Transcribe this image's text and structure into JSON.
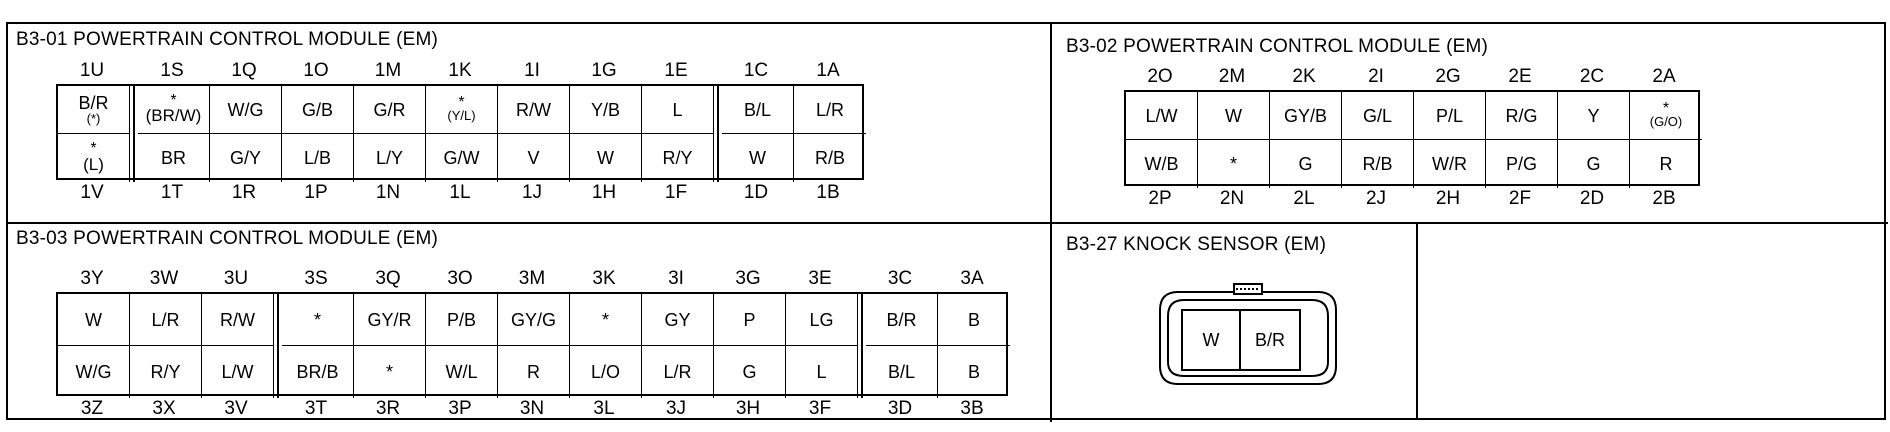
{
  "panels": {
    "b3_01": {
      "title": "B3-01  POWERTRAIN CONTROL MODULE (EM)",
      "top_labels": [
        "1U",
        "1S",
        "1Q",
        "1O",
        "1M",
        "1K",
        "1I",
        "1G",
        "1E",
        "1C",
        "1A"
      ],
      "bottom_labels": [
        "1V",
        "1T",
        "1R",
        "1P",
        "1N",
        "1L",
        "1J",
        "1H",
        "1F",
        "1D",
        "1B"
      ],
      "row1": [
        {
          "main": "B/R",
          "sub": "(*)"
        },
        {
          "star": "*",
          "main": "(BR/W)"
        },
        {
          "main": "W/G"
        },
        {
          "main": "G/B"
        },
        {
          "main": "G/R"
        },
        {
          "star": "*",
          "sub": "(Y/L)"
        },
        {
          "main": "R/W"
        },
        {
          "main": "Y/B"
        },
        {
          "main": "L"
        },
        {
          "main": "B/L"
        },
        {
          "main": "L/R"
        }
      ],
      "row2": [
        {
          "star": "*",
          "main": "(L)"
        },
        {
          "main": "BR"
        },
        {
          "main": "G/Y"
        },
        {
          "main": "L/B"
        },
        {
          "main": "L/Y"
        },
        {
          "main": "G/W"
        },
        {
          "main": "V"
        },
        {
          "main": "W"
        },
        {
          "main": "R/Y"
        },
        {
          "main": "W"
        },
        {
          "main": "R/B"
        }
      ]
    },
    "b3_02": {
      "title": "B3-02  POWERTRAIN CONTROL MODULE (EM)",
      "top_labels": [
        "2O",
        "2M",
        "2K",
        "2I",
        "2G",
        "2E",
        "2C",
        "2A"
      ],
      "bottom_labels": [
        "2P",
        "2N",
        "2L",
        "2J",
        "2H",
        "2F",
        "2D",
        "2B"
      ],
      "row1": [
        {
          "main": "L/W"
        },
        {
          "main": "W"
        },
        {
          "main": "GY/B"
        },
        {
          "main": "G/L"
        },
        {
          "main": "P/L"
        },
        {
          "main": "R/G"
        },
        {
          "main": "Y"
        },
        {
          "star": "*",
          "sub": "(G/O)"
        }
      ],
      "row2": [
        {
          "main": "W/B"
        },
        {
          "main": "*"
        },
        {
          "main": "G"
        },
        {
          "main": "R/B"
        },
        {
          "main": "W/R"
        },
        {
          "main": "P/G"
        },
        {
          "main": "G"
        },
        {
          "main": "R"
        }
      ]
    },
    "b3_03": {
      "title": "B3-03  POWERTRAIN CONTROL MODULE (EM)",
      "top_labels": [
        "3Y",
        "3W",
        "3U",
        "3S",
        "3Q",
        "3O",
        "3M",
        "3K",
        "3I",
        "3G",
        "3E",
        "3C",
        "3A"
      ],
      "bottom_labels": [
        "3Z",
        "3X",
        "3V",
        "3T",
        "3R",
        "3P",
        "3N",
        "3L",
        "3J",
        "3H",
        "3F",
        "3D",
        "3B"
      ],
      "row1": [
        {
          "main": "W"
        },
        {
          "main": "L/R"
        },
        {
          "main": "R/W"
        },
        {
          "main": "*"
        },
        {
          "main": "GY/R"
        },
        {
          "main": "P/B"
        },
        {
          "main": "GY/G"
        },
        {
          "main": "*"
        },
        {
          "main": "GY"
        },
        {
          "main": "P"
        },
        {
          "main": "LG"
        },
        {
          "main": "B/R"
        },
        {
          "main": "B"
        }
      ],
      "row2": [
        {
          "main": "W/G"
        },
        {
          "main": "R/Y"
        },
        {
          "main": "L/W"
        },
        {
          "main": "BR/B"
        },
        {
          "main": "*"
        },
        {
          "main": "W/L"
        },
        {
          "main": "R"
        },
        {
          "main": "L/O"
        },
        {
          "main": "L/R"
        },
        {
          "main": "G"
        },
        {
          "main": "L"
        },
        {
          "main": "B/L"
        },
        {
          "main": "B"
        }
      ]
    },
    "b3_27": {
      "title": "B3-27  KNOCK SENSOR (EM)",
      "pins": [
        "W",
        "B/R"
      ]
    }
  }
}
